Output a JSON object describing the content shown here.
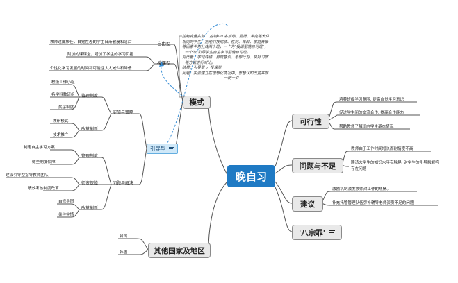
{
  "root": "晚自习",
  "mode": {
    "label": "模式",
    "free": {
      "label": "自由型",
      "desc": "教师过度放任，自觉性差的学生日渐散漫和落后"
    },
    "lecture": {
      "label": "授课型",
      "desc1": "附加的课课堂，增加了学生的学习负担",
      "desc2": "个性化学习发展的时间和可能性大大减少和降低"
    },
    "guide": {
      "label": "引导型",
      "mgmt": {
        "label": "实施与策略",
        "system": {
          "label": "管理制度",
          "items": [
            "校级工作小组",
            "各学科教研组",
            "奖惩制度"
          ]
        },
        "reform": {
          "label": "改革创新",
          "items": [
            "教研模式",
            "技术推广"
          ]
        }
      },
      "problem": {
        "label": "问题与解决",
        "system": {
          "label": "管理制度",
          "items": [
            "制定自主学习方案",
            "健全制度保障"
          ]
        },
        "guarantee": {
          "label": "师资保障",
          "items": [
            "建设引导型指导教师团队",
            "绩效考核制度改革"
          ]
        },
        "reform": {
          "label": "改革创新",
          "items": [
            "自修导图",
            "关注学情"
          ]
        }
      }
    },
    "note": [
      "控制变量实验：  控制6 0 名成绩、品德、家庭等大体",
      "相同的学生，把他们按成绩、性别、年龄、家庭背景",
      "等因素平均分成两个班，一个为\"授课型晚自习班\"，",
      "一个为\"引导学生自主学习型晚自习班。",
      "对比量：学习成绩、自觉意识、思想行为、良好习惯",
      "等方面进行对比。",
      "结果：引导型 > 授课型",
      "问题：实验建立在理想化情况中；思想认知改变并非",
      "一朝一夕"
    ]
  },
  "feasibility": {
    "label": "可行性",
    "items": [
      "培养班级学习氛围, 提高自觉学习意识",
      "促进学生间的交流合作, 提高合作能力",
      "帮助教师了解班内学生基本情况"
    ]
  },
  "problems": {
    "label": "问题与不足",
    "items": [
      "教师由于工作时间增长而耐情度不高",
      "聘请大学生的知识水平有脉晃, 对学生的引导和解答",
      "存在问题"
    ]
  },
  "suggestion": {
    "label": "建议",
    "items": [
      "激励机制激发教师对工作的热情。",
      "补充托管管理队伍弥补辅导老师资质不足的问题"
    ]
  },
  "sins": {
    "label": "'八宗罪'"
  },
  "others": {
    "label": "其他国家及地区",
    "items": [
      "台湾",
      "韩国"
    ]
  },
  "colors": {
    "root": "#1f7ac4",
    "line": "#555555",
    "accent": "#3a8fd6"
  }
}
